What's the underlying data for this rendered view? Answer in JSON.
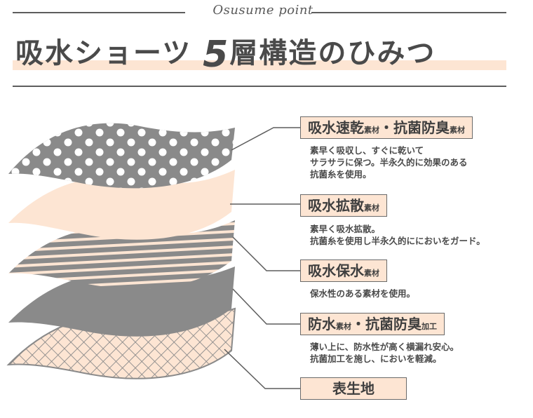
{
  "header": {
    "script_title": "Osusume point",
    "title_part1": "吸水ショーツ ",
    "title_number": "5",
    "title_part2": "層構造のひみつ"
  },
  "layers": [
    {
      "label_main": "吸水速乾",
      "label_small1": "素材",
      "label_mid": "・抗菌防臭",
      "label_small2": "素材",
      "desc_line1": "素早く吸収し、すぐに乾いて",
      "desc_line2": "サラサラに保つ。半永久的に効果のある",
      "desc_line3": "抗菌糸を使用。"
    },
    {
      "label_main": "吸水拡散",
      "label_small1": "素材",
      "desc_line1": "素早く吸水拡散。",
      "desc_line2": "抗菌糸を使用し半永久的ににおいをガード。"
    },
    {
      "label_main": "吸水保水",
      "label_small1": "素材",
      "desc_line1": "保水性のある素材を使用。"
    },
    {
      "label_main": "防水",
      "label_small1": "素材",
      "label_mid": "・抗菌防臭",
      "label_small2": "加工",
      "desc_line1": "薄い上に、防水性が高く横漏れ安心。",
      "desc_line2": "抗菌加工を施し、においを軽減。"
    },
    {
      "label_main": "表生地"
    }
  ],
  "colors": {
    "gray": "#8a8a8a",
    "peach": "#fde5d3",
    "line": "#5d5d5d"
  }
}
